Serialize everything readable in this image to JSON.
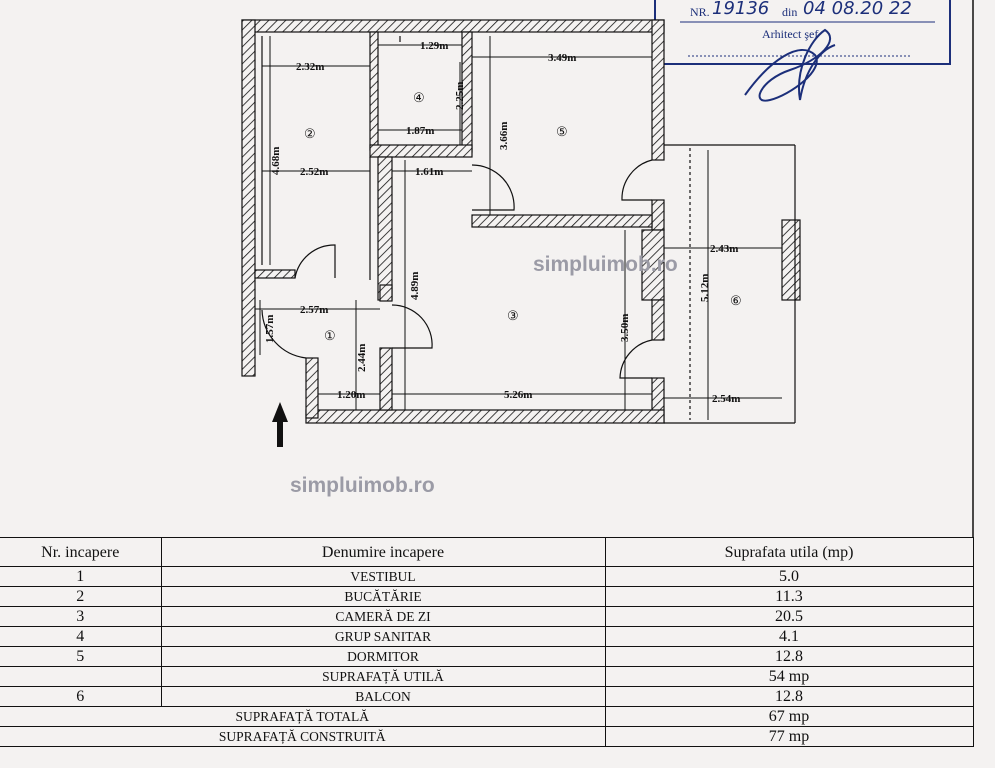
{
  "stamp": {
    "nr_label": "NR.",
    "nr_value": "19136",
    "din_label": "din",
    "date_value": "04 08.20 22",
    "role": "Arhitect şef"
  },
  "watermarks": [
    "simpluimob.ro",
    "simpluimob.ro"
  ],
  "plan": {
    "room_numbers": [
      "①",
      "②",
      "③",
      "④",
      "⑤",
      "⑥"
    ],
    "dimensions": [
      "2.32m",
      "1.29m",
      "3.49m",
      "2.25m",
      "1.87m",
      "3.66m",
      "4.68m",
      "2.52m",
      "1.61m",
      "4.89m",
      "2.43m",
      "5.12m",
      "1.57m",
      "2.57m",
      "2.44m",
      "3.50m",
      "1.20m",
      "5.26m",
      "2.54m"
    ]
  },
  "table": {
    "headers": [
      "Nr. incapere",
      "Denumire incapere",
      "Suprafata utila (mp)"
    ],
    "rows": [
      {
        "nr": "1",
        "name": "VESTIBUL",
        "area": "5.0"
      },
      {
        "nr": "2",
        "name": "BUCĂTĂRIE",
        "area": "11.3"
      },
      {
        "nr": "3",
        "name": "CAMERĂ DE ZI",
        "area": "20.5"
      },
      {
        "nr": "4",
        "name": "GRUP SANITAR",
        "area": "4.1"
      },
      {
        "nr": "5",
        "name": "DORMITOR",
        "area": "12.8"
      },
      {
        "nr": "",
        "name": "SUPRAFAȚĂ UTILĂ",
        "area": "54 mp"
      },
      {
        "nr": "6",
        "name": "BALCON",
        "area": "12.8"
      }
    ],
    "totals": [
      {
        "name": "SUPRAFAȚĂ TOTALĂ",
        "area": "67 mp"
      },
      {
        "name": "SUPRAFAȚĂ CONSTRUITĂ",
        "area": "77 mp"
      }
    ]
  },
  "colors": {
    "ink": "#111111",
    "stamp": "#1c2f7a",
    "watermark": "#9b9ba6"
  }
}
